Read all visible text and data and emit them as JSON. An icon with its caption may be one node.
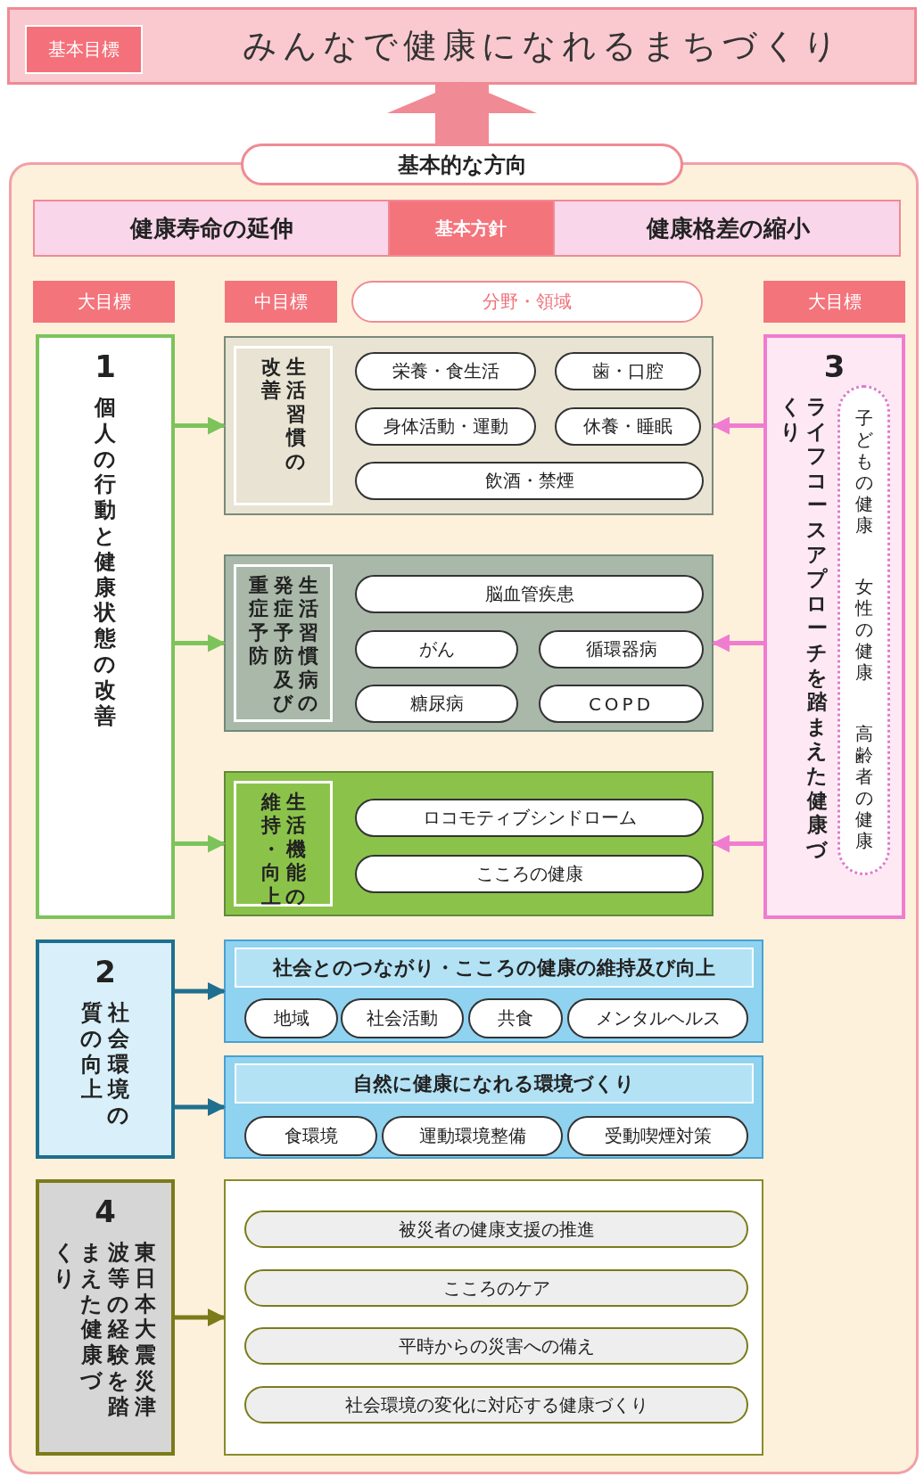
{
  "diagram": {
    "nodes": [
      {
        "text": [
          "みんなで健康になれるまちづくり"
        ]
      },
      {
        "text": [
          "基本目標"
        ],
        "in": 0
      },
      {
        "text": [
          "基本的な方向"
        ]
      },
      {
        "text": [
          "健康寿命の延伸",
          "基本方針",
          "健康格差の縮小"
        ],
        "in": 2
      },
      {
        "text": [
          "大目標"
        ],
        "in": 2
      },
      {
        "text": [
          "中目標"
        ],
        "in": 2
      },
      {
        "text": [
          "分野・領域"
        ],
        "in": 2
      },
      {
        "text": [
          "大目標"
        ],
        "in": 2
      },
      {
        "text": [
          "1",
          "個人の行動と健康状態の改善"
        ],
        "in": 2
      },
      {
        "text": [
          "生活習慣の改善"
        ],
        "in": 2
      },
      {
        "text": [
          "栄養・食生活"
        ],
        "in": 9
      },
      {
        "text": [
          "歯・口腔"
        ],
        "in": 9
      },
      {
        "text": [
          "身体活動・運動"
        ],
        "in": 9
      },
      {
        "text": [
          "休養・睡眠"
        ],
        "in": 9
      },
      {
        "text": [
          "飲酒・禁煙"
        ],
        "in": 9
      },
      {
        "text": [
          "生活習慣病の発症予防及び重症予防"
        ],
        "in": 2
      },
      {
        "text": [
          "脳血管疾患"
        ],
        "in": 15
      },
      {
        "text": [
          "がん"
        ],
        "in": 15
      },
      {
        "text": [
          "循環器病"
        ],
        "in": 15
      },
      {
        "text": [
          "糖尿病"
        ],
        "in": 15
      },
      {
        "text": [
          "COPD"
        ],
        "in": 15
      },
      {
        "text": [
          "生活機能の維持・向上"
        ],
        "in": 2
      },
      {
        "text": [
          "ロコモティブシンドローム"
        ],
        "in": 21
      },
      {
        "text": [
          "こころの健康"
        ],
        "in": 21
      },
      {
        "text": [
          "3",
          "ライフコースアプローチを踏まえた健康づくり"
        ],
        "in": 2
      },
      {
        "text": [
          "子どもの健康",
          "女性の健康",
          "高齢者の健康"
        ],
        "in": 24
      },
      {
        "text": [
          "2",
          "社会環境の質の向上"
        ],
        "in": 2
      },
      {
        "text": [
          "社会とのつながり・こころの健康の維持及び向上"
        ],
        "in": 2
      },
      {
        "text": [
          "地域"
        ],
        "in": 27
      },
      {
        "text": [
          "社会活動"
        ],
        "in": 27
      },
      {
        "text": [
          "共食"
        ],
        "in": 27
      },
      {
        "text": [
          "メンタルヘルス"
        ],
        "in": 27
      },
      {
        "text": [
          "自然に健康になれる環境づくり"
        ],
        "in": 2
      },
      {
        "text": [
          "食環境"
        ],
        "in": 32
      },
      {
        "text": [
          "運動環境整備"
        ],
        "in": 32
      },
      {
        "text": [
          "受動喫煙対策"
        ],
        "in": 32
      },
      {
        "text": [
          "4",
          "東日本大震災津波等の経験を踏まえた健康づくり"
        ],
        "in": 2
      },
      {
        "text": [],
        "shape": "box",
        "in": 2
      },
      {
        "text": [
          "被災者の健康支援の推進"
        ],
        "in": 37
      },
      {
        "text": [
          "こころのケア"
        ],
        "in": 37
      },
      {
        "text": [
          "平時からの災害への備え"
        ],
        "in": 37
      },
      {
        "text": [
          "社会環境の変化に対応する健康づくり"
        ],
        "in": 37
      }
    ],
    "edges": [
      {
        "from": 2,
        "to": 0,
        "arrow": "to",
        "style": "thick",
        "color": "#f08a94"
      },
      {
        "from": 8,
        "to": 9,
        "arrow": "to",
        "color": "#7dc35b"
      },
      {
        "from": 8,
        "to": 15,
        "arrow": "to",
        "color": "#7dc35b"
      },
      {
        "from": 8,
        "to": 21,
        "arrow": "to",
        "color": "#7dc35b"
      },
      {
        "from": 24,
        "to": 9,
        "arrow": "to",
        "color": "#f07cd0"
      },
      {
        "from": 24,
        "to": 15,
        "arrow": "to",
        "color": "#f07cd0"
      },
      {
        "from": 24,
        "to": 21,
        "arrow": "to",
        "color": "#f07cd0"
      },
      {
        "from": 26,
        "to": 27,
        "arrow": "to",
        "color": "#1f6f8f"
      },
      {
        "from": 26,
        "to": 32,
        "arrow": "to",
        "color": "#1f6f8f"
      },
      {
        "from": 36,
        "to": 37,
        "arrow": "to",
        "color": "#7b7b1a"
      }
    ]
  }
}
